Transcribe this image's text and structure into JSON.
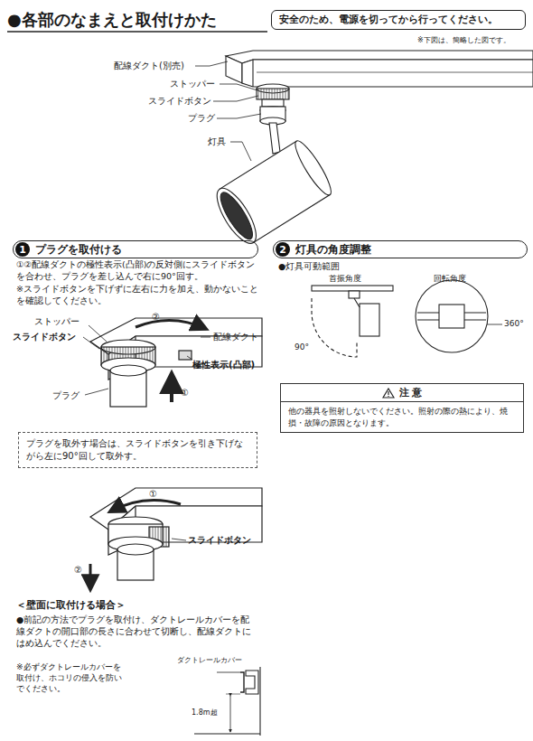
{
  "diagram": {
    "title": "●各部のなまえと取付けかた",
    "nodes": [
      {
        "text": [
          "安全のため、電源を切ってから行ってください。"
        ]
      },
      {
        "text": [
          "1",
          "プラグを取付ける"
        ]
      },
      {
        "text": [
          "プラグを取外す場合は、スライドボタンを引き下げながら左に90°回して取外す。"
        ]
      },
      {
        "text": [
          "2",
          "灯具の角度調整"
        ]
      },
      {
        "text": [
          "注 意",
          "他の器具を照射しないでください。照射の際の熱により、焼損・故障の原因となります。"
        ]
      }
    ],
    "labels": [
      "※下図は、簡略した図です。",
      "配線ダクト(別売)",
      "ストッパー",
      "スライドボタン",
      "プラグ",
      "灯具",
      "①②配線ダクトの極性表示(凸部)の反対側にスライドボタンを合わせ、プラグを差し込んで右に90°回す。",
      "※スライドボタンを下げずに左右に力を加え、動かないことを確認してください。",
      "ストッパー",
      "スライドボタン",
      "②",
      "配線ダクト",
      "極性表示(凸部)",
      "①",
      "プラグ",
      "①",
      "スライドボタン",
      "②",
      "＜壁面に取付ける場合＞",
      "●前記の方法でプラグを取付け、ダクトレールカバーを配線ダクトの開口部の長さに合わせて切断し、配線ダクトにはめ込んでください。",
      "※必ずダクトレールカバーを取付け、ホコリの侵入を防いでください。",
      "ダクトレールカバー",
      "1.8m超",
      "●灯具可動範囲",
      "首振角度",
      "回転角度",
      "90°",
      "360°"
    ]
  }
}
